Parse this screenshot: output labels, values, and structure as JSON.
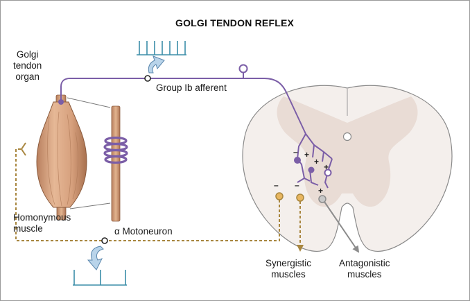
{
  "title": "GOLGI TENDON REFLEX",
  "labels": {
    "golgi_tendon_organ": [
      "Golgi",
      "tendon",
      "organ"
    ],
    "group_ib_afferent": "Group Ib afferent",
    "homonymous_muscle": [
      "Homonymous",
      "muscle"
    ],
    "alpha_motoneuron": "α Motoneuron",
    "synergistic_muscles": [
      "Synergistic",
      "muscles"
    ],
    "antagonistic_muscles": [
      "Antagonistic",
      "muscles"
    ]
  },
  "synapse_signs": {
    "excitatory": "+",
    "inhibitory": "–"
  },
  "colors": {
    "afferent_nerve": "#7b5ea7",
    "motor_nerve": "#a8863f",
    "antagonist_neuron": "#8c8c8c",
    "muscle": "#d2a07e",
    "spinal_cord": "#f4efec",
    "gray_matter": "#e9dcd5",
    "arrow_blue": "#b9d4ea"
  }
}
